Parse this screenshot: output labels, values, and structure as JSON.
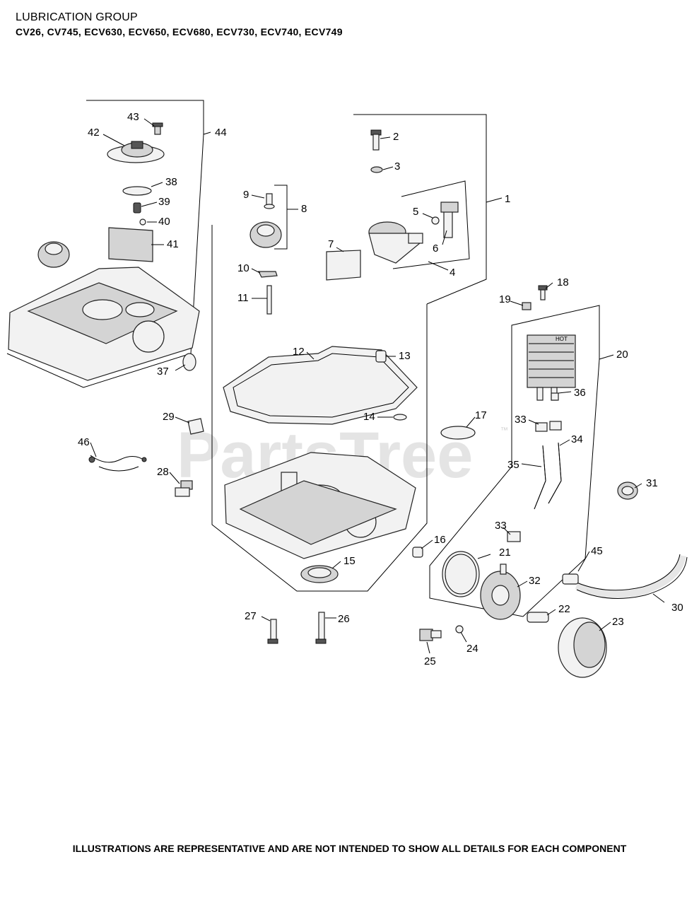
{
  "header": {
    "title": "LUBRICATION GROUP",
    "models": "CV26, CV745, ECV630, ECV650, ECV680, ECV730, ECV740, ECV749"
  },
  "watermark": {
    "text": "PartsTree",
    "tm": "™"
  },
  "footer": {
    "disclaimer": "ILLUSTRATIONS ARE REPRESENTATIVE AND ARE NOT INTENDED TO SHOW ALL DETAILS FOR EACH COMPONENT"
  },
  "callouts": {
    "c1": "1",
    "c2": "2",
    "c3": "3",
    "c4": "4",
    "c5": "5",
    "c6": "6",
    "c7": "7",
    "c8": "8",
    "c9": "9",
    "c10": "10",
    "c11": "11",
    "c12": "12",
    "c13": "13",
    "c14": "14",
    "c15": "15",
    "c16": "16",
    "c17": "17",
    "c18": "18",
    "c19": "19",
    "c20": "20",
    "c21": "21",
    "c22": "22",
    "c23": "23",
    "c24": "24",
    "c25": "25",
    "c26": "26",
    "c27": "27",
    "c28": "28",
    "c29": "29",
    "c30": "30",
    "c31": "31",
    "c32": "32",
    "c33a": "33",
    "c33b": "33",
    "c34": "34",
    "c35": "35",
    "c36": "36",
    "c37": "37",
    "c38": "38",
    "c39": "39",
    "c40": "40",
    "c41": "41",
    "c42": "42",
    "c43": "43",
    "c44": "44",
    "c45": "45",
    "c46": "46"
  },
  "cooler_label": "HOT"
}
